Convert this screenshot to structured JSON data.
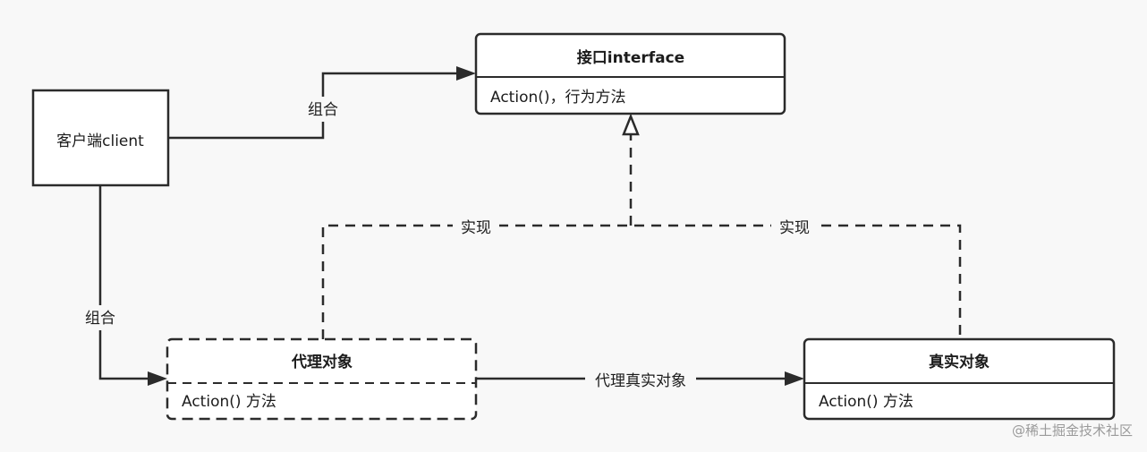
{
  "interface_box": {
    "title": "接口interface",
    "body": "Action()，行为方法"
  },
  "client_box": {
    "label": "客户端client"
  },
  "proxy_box": {
    "title": "代理对象",
    "body": "Action()  方法"
  },
  "real_box": {
    "title": "真实对象",
    "body": "Action() 方法"
  },
  "edges": {
    "client_to_interface": "组合",
    "client_to_proxy": "组合",
    "proxy_implements": "实现",
    "real_implements": "实现",
    "proxy_to_real": "代理真实对象"
  },
  "watermark": "@稀土掘金技术社区"
}
